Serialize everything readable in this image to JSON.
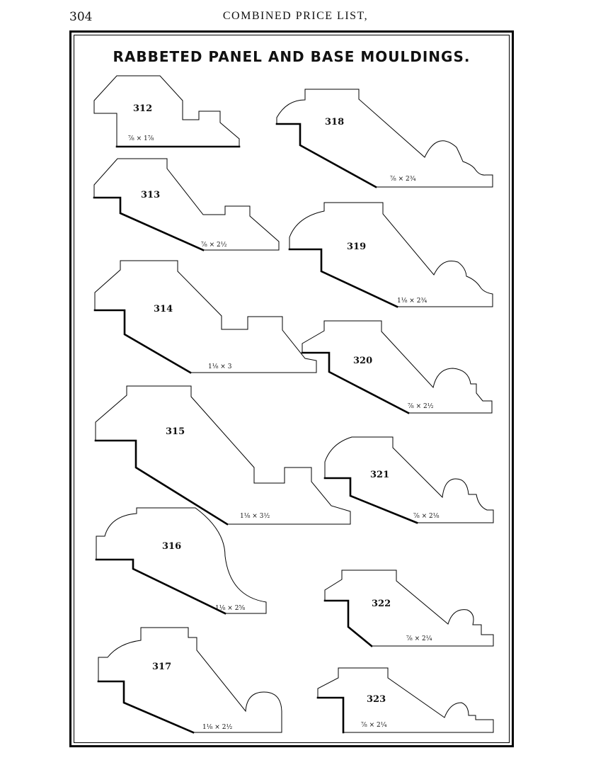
{
  "header": {
    "page_number": "304",
    "running_title": "COMBINED PRICE LIST,"
  },
  "plate": {
    "title": "RABBETED PANEL AND BASE MOULDINGS."
  },
  "mouldings": [
    {
      "number": "312",
      "size": "⅞ × 1⅞"
    },
    {
      "number": "313",
      "size": "⅞ × 2½"
    },
    {
      "number": "314",
      "size": "1⅛ × 3"
    },
    {
      "number": "315",
      "size": "1⅛ × 3½"
    },
    {
      "number": "316",
      "size": "1⅛ × 2⅝"
    },
    {
      "number": "317",
      "size": "1⅛ × 2½"
    },
    {
      "number": "318",
      "size": "⅞ × 2¾"
    },
    {
      "number": "319",
      "size": "1⅛ × 2¾"
    },
    {
      "number": "320",
      "size": "⅞ × 2½"
    },
    {
      "number": "321",
      "size": "⅞ × 2⅛"
    },
    {
      "number": "322",
      "size": "⅞ × 2¼"
    },
    {
      "number": "323",
      "size": "⅞ × 2¼"
    }
  ]
}
